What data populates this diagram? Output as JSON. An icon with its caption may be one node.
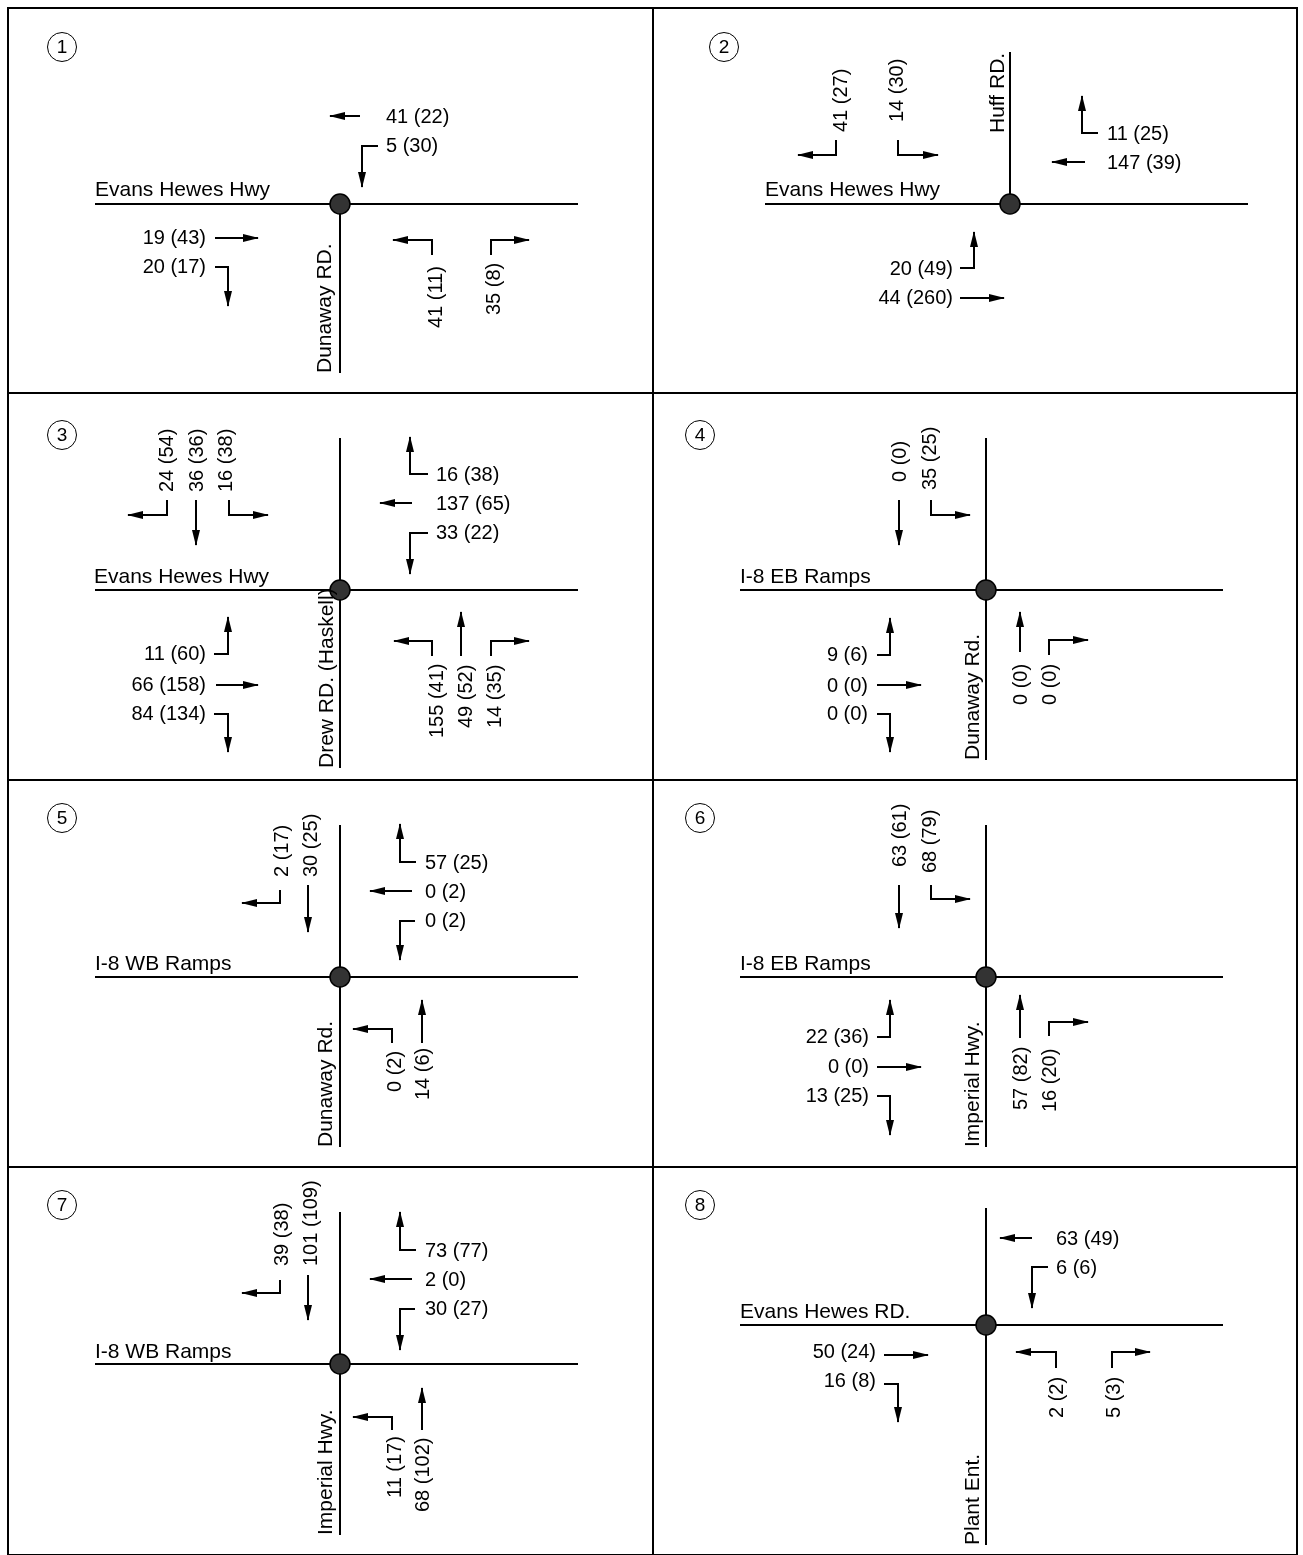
{
  "diagram": {
    "labels": [
      "1",
      "41 (22)",
      "5 (30)",
      "Evans Hewes Hwy",
      "19 (43)",
      "20 (17)",
      "Dunaway RD.",
      "41 (11)",
      "35 (8)",
      "2",
      "41 (27)",
      "14 (30)",
      "Huff RD.",
      "11 (25)",
      "147 (39)",
      "Evans Hewes Hwy",
      "20 (49)",
      "44 (260)",
      "3",
      "24 (54)",
      "36 (36)",
      "16 (38)",
      "16 (38)",
      "137 (65)",
      "33 (22)",
      "Evans Hewes Hwy",
      "11 (60)",
      "66 (158)",
      "84 (134)",
      "Drew RD. (Haskell)",
      "155 (41)",
      "49 (52)",
      "14 (35)",
      "4",
      "0 (0)",
      "35 (25)",
      "I-8 EB Ramps",
      "9 (6)",
      "0 (0)",
      "0 (0)",
      "Dunaway Rd.",
      "0 (0)",
      "0 (0)",
      "5",
      "2 (17)",
      "30 (25)",
      "57 (25)",
      "0 (2)",
      "0 (2)",
      "I-8 WB Ramps",
      "Dunaway Rd.",
      "0 (2)",
      "14 (6)",
      "6",
      "63 (61)",
      "68 (79)",
      "I-8 EB Ramps",
      "22 (36)",
      "0 (0)",
      "13 (25)",
      "Imperial Hwy.",
      "57 (82)",
      "16 (20)",
      "7",
      "39 (38)",
      "101 (109)",
      "73 (77)",
      "2 (0)",
      "30 (27)",
      "I-8 WB Ramps",
      "Imperial Hwy.",
      "11 (17)",
      "68 (102)",
      "8",
      "63 (49)",
      "6 (6)",
      "Evans Hewes RD.",
      "50 (24)",
      "16 (8)",
      "Plant Ent.",
      "2 (2)",
      "5 (3)"
    ]
  }
}
